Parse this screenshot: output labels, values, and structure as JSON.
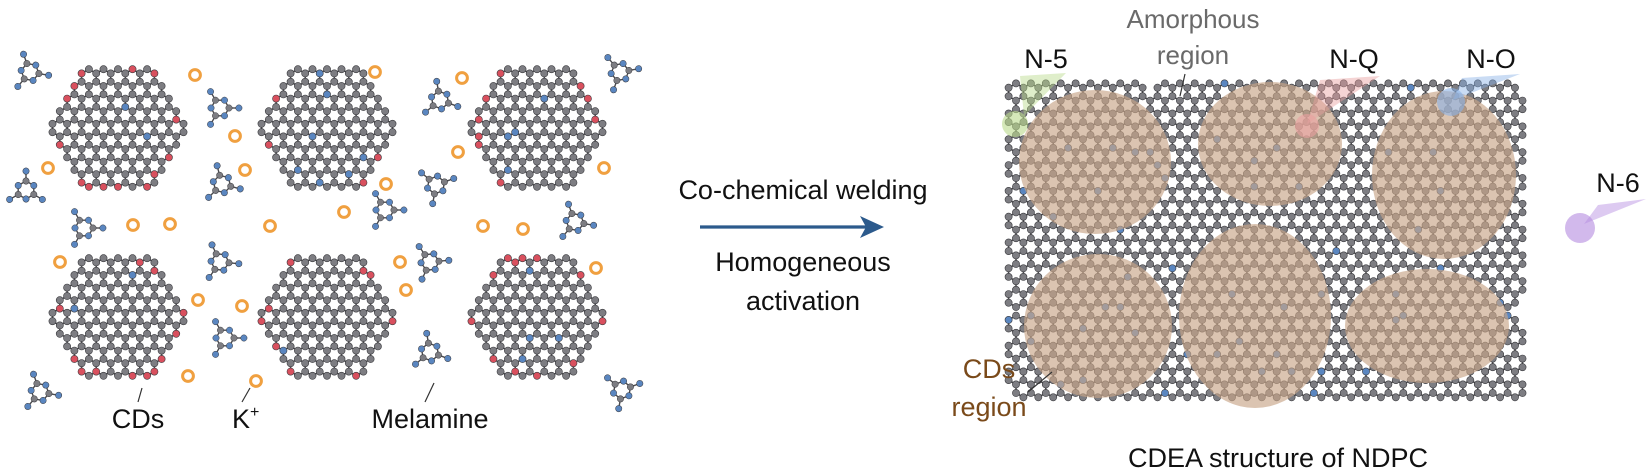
{
  "left_panel": {
    "labels": {
      "cds": "CDs",
      "k_plus": "K",
      "k_plus_sup": "+",
      "melamine": "Melamine"
    }
  },
  "arrow": {
    "top_text": "Co-chemical welding",
    "bottom_line1": "Homogeneous",
    "bottom_line2": "activation"
  },
  "right_panel": {
    "amorphous_line1": "Amorphous",
    "amorphous_line2": "region",
    "n5": "N-5",
    "nq": "N-Q",
    "no": "N-O",
    "n6": "N-6",
    "cds_region_line1": "CDs",
    "cds_region_line2": "region",
    "caption": "CDEA structure of NDPC"
  },
  "colors": {
    "carbon": "#7d7d82",
    "bond": "#4a4a4e",
    "oxygen": "#d9505e",
    "nitrogen": "#5a86c0",
    "potassium": "#f0a040",
    "cds_region": "#c8a688",
    "n5_highlight": "#b9d98a",
    "nq_highlight": "#e9a0a0",
    "no_highlight": "#8ab2e6",
    "n6_highlight": "#b48ae0",
    "arrow": "#2c5a8c",
    "text": "#111111",
    "gray_text": "#6a6a6a",
    "brown_text": "#7a4a1a"
  }
}
